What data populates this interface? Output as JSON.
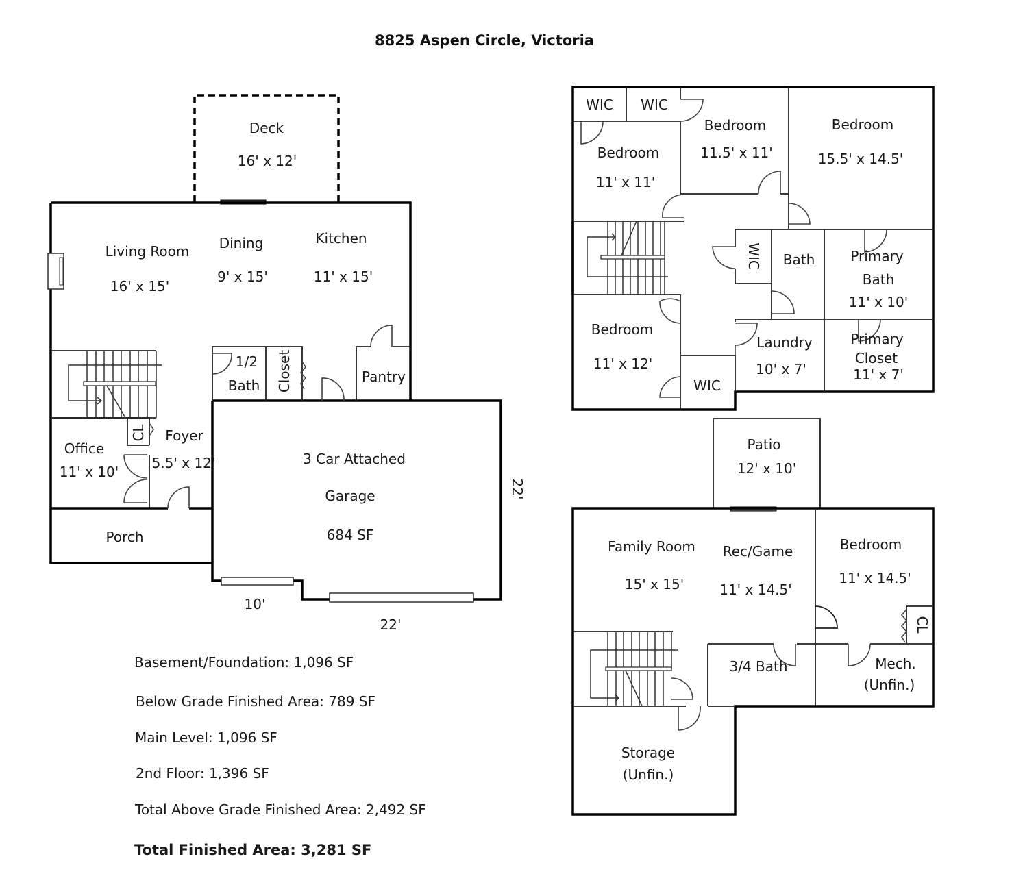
{
  "title": "8825 Aspen Circle, Victoria",
  "main_level": {
    "rooms": {
      "deck": {
        "name": "Deck",
        "size": "16' x 12'"
      },
      "living_room": {
        "name": "Living Room",
        "size": "16' x 15'"
      },
      "dining": {
        "name": "Dining",
        "size": "9' x 15'"
      },
      "kitchen": {
        "name": "Kitchen",
        "size": "11' x 15'"
      },
      "half_bath": {
        "name_line1": "1/2",
        "name_line2": "Bath"
      },
      "closet": {
        "name": "Closet"
      },
      "pantry": {
        "name": "Pantry"
      },
      "foyer": {
        "name": "Foyer",
        "size": "5.5' x 12'"
      },
      "foyer_closet": {
        "name": "CL"
      },
      "office": {
        "name": "Office",
        "size": "11' x 10'"
      },
      "porch": {
        "name": "Porch"
      },
      "garage": {
        "line1": "3 Car Attached",
        "line2": "Garage",
        "line3": "684 SF"
      }
    },
    "dimensions": {
      "garage_door_small": "10'",
      "garage_door_large": "22'",
      "garage_depth": "22'"
    }
  },
  "second_floor": {
    "rooms": {
      "wic_1": {
        "name": "WIC"
      },
      "wic_2": {
        "name": "WIC"
      },
      "bedroom_nw": {
        "name": "Bedroom",
        "size": "11' x 11'"
      },
      "bedroom_n": {
        "name": "Bedroom",
        "size": "11.5' x 11'"
      },
      "bedroom_ne": {
        "name": "Bedroom",
        "size": "15.5' x 14.5'"
      },
      "wic_hall": {
        "name": "WIC"
      },
      "bath": {
        "name": "Bath"
      },
      "primary_bath": {
        "name_line1": "Primary",
        "name_line2": "Bath",
        "size": "11' x 10'"
      },
      "bedroom_sw": {
        "name": "Bedroom",
        "size": "11' x 12'"
      },
      "wic_sw": {
        "name": "WIC"
      },
      "laundry": {
        "name": "Laundry",
        "size": "10' x 7'"
      },
      "primary_closet": {
        "name_line1": "Primary",
        "name_line2": "Closet",
        "size": "11' x 7'"
      }
    }
  },
  "basement": {
    "rooms": {
      "patio": {
        "name": "Patio",
        "size": "12' x 10'"
      },
      "family_room": {
        "name": "Family Room",
        "size": "15' x 15'"
      },
      "rec_game": {
        "name": "Rec/Game",
        "size": "11' x 14.5'"
      },
      "bedroom": {
        "name": "Bedroom",
        "size": "11' x 14.5'"
      },
      "closet": {
        "name": "CL"
      },
      "three_quarter_bath": {
        "name": "3/4 Bath"
      },
      "mech": {
        "name_line1": "Mech.",
        "name_line2": "(Unfin.)"
      },
      "storage": {
        "name_line1": "Storage",
        "name_line2": "(Unfin.)"
      }
    }
  },
  "area_summary": [
    {
      "label": "Basement/Foundation: 1,096 SF"
    },
    {
      "label": "Below Grade Finished Area: 789 SF"
    },
    {
      "label": "Main Level: 1,096 SF"
    },
    {
      "label": "2nd Floor: 1,396 SF"
    },
    {
      "label": "Total Above Grade Finished Area: 2,492 SF"
    },
    {
      "label": "Total Finished Area: 3,281 SF"
    }
  ],
  "colors": {
    "wall": "#000000",
    "text": "#1a1a1a",
    "background": "#ffffff"
  }
}
